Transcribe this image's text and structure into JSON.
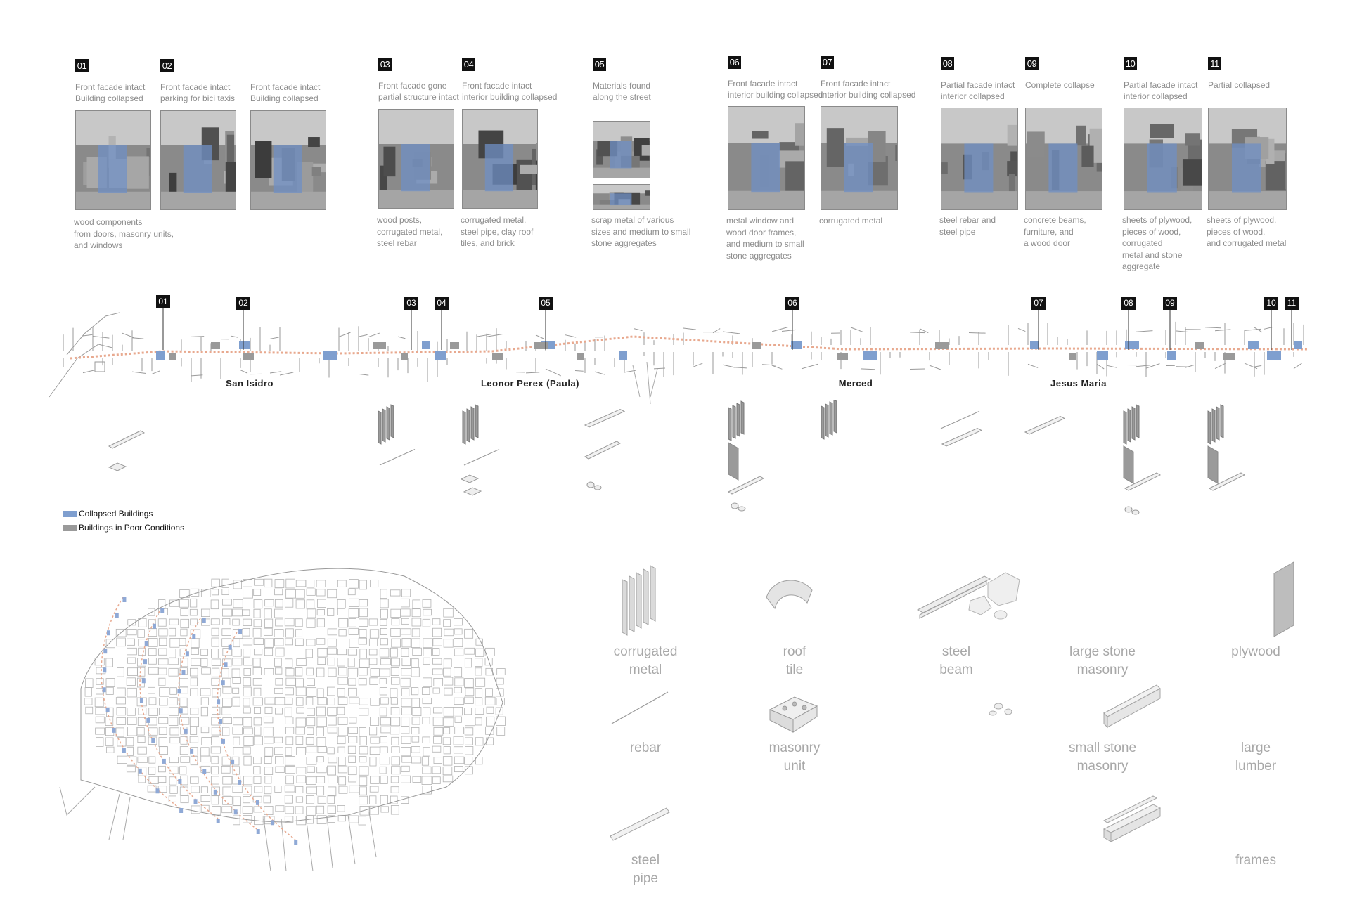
{
  "sites": [
    {
      "id": "01",
      "caption": [
        "Front facade intact",
        "Building collapsed"
      ],
      "materials": [
        "wood components",
        "from doors, masonry units,",
        "and windows"
      ]
    },
    {
      "id": "02",
      "caption": [
        "Front facade intact",
        "parking for bici taxis"
      ],
      "materials": []
    },
    {
      "id": "",
      "caption": [
        "Front facade intact",
        "Building collapsed"
      ],
      "materials": []
    },
    {
      "id": "03",
      "caption": [
        "Front facade gone",
        "partial structure intact"
      ],
      "materials": [
        "wood posts,",
        "corrugated metal,",
        "steel rebar"
      ]
    },
    {
      "id": "04",
      "caption": [
        "Front facade intact",
        "interior building collapsed"
      ],
      "materials": [
        "corrugated metal,",
        "steel pipe, clay roof",
        "tiles, and brick"
      ]
    },
    {
      "id": "05",
      "caption": [
        "Materials found",
        "along the street"
      ],
      "materials": [
        "scrap metal of various",
        "sizes and medium to small",
        "stone aggregates"
      ]
    },
    {
      "id": "06",
      "caption": [
        "Front facade intact",
        "interior building collapsed"
      ],
      "materials": [
        "metal window and",
        "wood door frames,",
        "and medium to small",
        "stone aggregates"
      ]
    },
    {
      "id": "07",
      "caption": [
        "Front facade intact",
        "interior building collapsed"
      ],
      "materials": [
        "corrugated metal"
      ]
    },
    {
      "id": "08",
      "caption": [
        "Partial facade intact",
        "interior collapsed"
      ],
      "materials": [
        "steel rebar and",
        "steel pipe"
      ]
    },
    {
      "id": "09",
      "caption": [
        "Complete collapse"
      ],
      "materials": [
        "concrete beams,",
        "furniture, and",
        "a wood door"
      ]
    },
    {
      "id": "10",
      "caption": [
        "Partial facade intact",
        "interior collapsed"
      ],
      "materials": [
        "sheets of plywood,",
        "pieces of wood,",
        "corrugated",
        "metal and stone",
        "aggregate"
      ]
    },
    {
      "id": "11",
      "caption": [
        "Partial collapsed"
      ],
      "materials": [
        "sheets of plywood,",
        "pieces of wood,",
        "and corrugated metal"
      ]
    }
  ],
  "map_markers": [
    "01",
    "02",
    "03",
    "04",
    "05",
    "06",
    "07",
    "08",
    "09",
    "10",
    "11"
  ],
  "streets": [
    "San Isidro",
    "Leonor Perex (Paula)",
    "Merced",
    "Jesus Maria"
  ],
  "legend": [
    {
      "label": "Collapsed Buildings",
      "color": "#7f9fcf"
    },
    {
      "label": "Buildings in Poor Conditions",
      "color": "#9a9a9a"
    }
  ],
  "materials_catalog": [
    {
      "id": "corrugated-metal",
      "label": [
        "corrugated",
        "metal"
      ]
    },
    {
      "id": "roof-tile",
      "label": [
        "roof",
        "tile"
      ]
    },
    {
      "id": "steel-beam",
      "label": [
        "steel",
        "beam"
      ]
    },
    {
      "id": "large-stone-masonry",
      "label": [
        "large stone",
        "masonry"
      ]
    },
    {
      "id": "plywood",
      "label": [
        "plywood"
      ]
    },
    {
      "id": "rebar",
      "label": [
        "rebar"
      ]
    },
    {
      "id": "masonry-unit",
      "label": [
        "masonry",
        "unit"
      ]
    },
    {
      "id": "small-stone-masonry",
      "label": [
        "small stone",
        "masonry"
      ]
    },
    {
      "id": "large-lumber",
      "label": [
        "large",
        "lumber"
      ]
    },
    {
      "id": "steel-pipe",
      "label": [
        "steel",
        "pipe"
      ]
    },
    {
      "id": "frames",
      "label": [
        "frames"
      ]
    }
  ],
  "colors": {
    "collapsed": "#7f9fcf",
    "poor": "#9a9a9a",
    "route": "#e8a98f",
    "badge": "#111111",
    "text_muted": "#8c8c8c"
  }
}
